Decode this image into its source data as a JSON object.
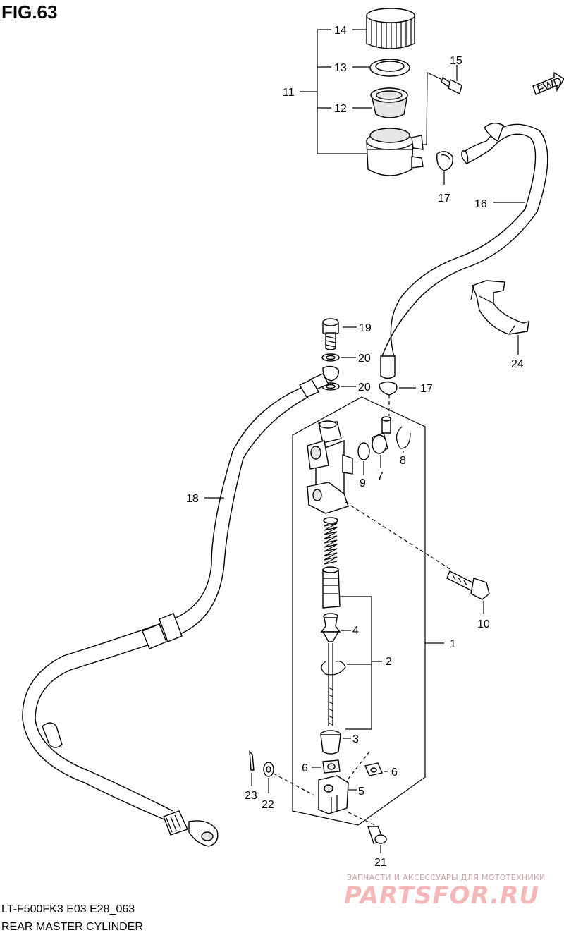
{
  "figure": {
    "title": "FIG.63",
    "code": "LT-F500FK3 E03 E28_063",
    "name": "REAR MASTER CYLINDER"
  },
  "fwd_label": "FWD",
  "callouts": {
    "p1": "1",
    "p2": "2",
    "p3": "3",
    "p4": "4",
    "p5": "5",
    "p6a": "6",
    "p6b": "6",
    "p7": "7",
    "p8": "8",
    "p9": "9",
    "p10": "10",
    "p11": "11",
    "p12": "12",
    "p13": "13",
    "p14": "14",
    "p15": "15",
    "p16": "16",
    "p17a": "17",
    "p17b": "17",
    "p18": "18",
    "p19": "19",
    "p20a": "20",
    "p20b": "20",
    "p21": "21",
    "p22": "22",
    "p23": "23",
    "p24": "24"
  },
  "watermark": {
    "tagline": "ЗАПЧАСТИ И АКСЕССУАРЫ ДЛЯ МОТОТЕХНИКИ",
    "brand": "PARTSFOR.RU"
  }
}
